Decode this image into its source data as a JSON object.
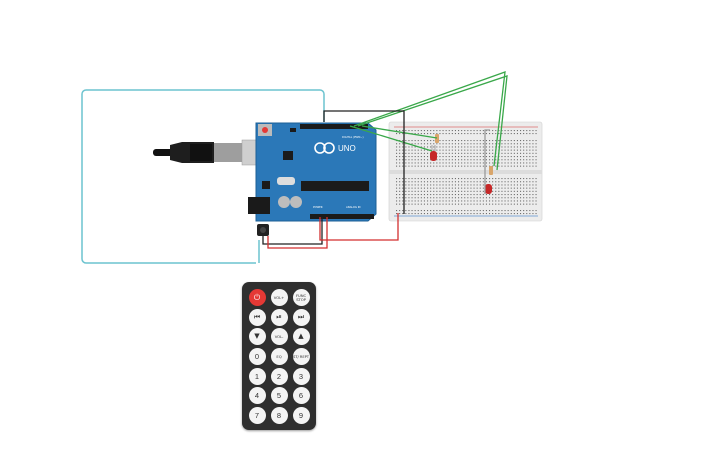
{
  "board": {
    "brand": "UNO",
    "digital_label": "DIGITAL (PWM~)",
    "analog_label": "ANALOG IN",
    "power_label": "POWER"
  },
  "remote": {
    "buttons": [
      {
        "id": "power",
        "label": "⏻",
        "style": "power"
      },
      {
        "id": "vol-up",
        "label": "VOL+",
        "style": "small"
      },
      {
        "id": "func-stop",
        "label": "FUNC STOP",
        "style": "small"
      },
      {
        "id": "prev",
        "label": "⏮",
        "style": ""
      },
      {
        "id": "play-pause",
        "label": "⏯",
        "style": ""
      },
      {
        "id": "next",
        "label": "⏭",
        "style": ""
      },
      {
        "id": "down",
        "label": "▼",
        "style": ""
      },
      {
        "id": "vol-down",
        "label": "VOL-",
        "style": "small"
      },
      {
        "id": "up",
        "label": "▲",
        "style": ""
      },
      {
        "id": "zero",
        "label": "0",
        "style": "num"
      },
      {
        "id": "eq",
        "label": "EQ",
        "style": "small"
      },
      {
        "id": "st-rept",
        "label": "ST/ REPT",
        "style": "small"
      },
      {
        "id": "one",
        "label": "1",
        "style": "num"
      },
      {
        "id": "two",
        "label": "2",
        "style": "num"
      },
      {
        "id": "three",
        "label": "3",
        "style": "num"
      },
      {
        "id": "four",
        "label": "4",
        "style": "num"
      },
      {
        "id": "five",
        "label": "5",
        "style": "num"
      },
      {
        "id": "six",
        "label": "6",
        "style": "num"
      },
      {
        "id": "seven",
        "label": "7",
        "style": "num"
      },
      {
        "id": "eight",
        "label": "8",
        "style": "num"
      },
      {
        "id": "nine",
        "label": "9",
        "style": "num"
      }
    ]
  },
  "colors": {
    "board": "#2b78b8",
    "selection": "#6cc3cf",
    "wire_green": "#3aa84a",
    "wire_red": "#d32f2f",
    "wire_black": "#222222",
    "breadboard": "#ececec",
    "led": "#c62828",
    "remote": "#2f2f2f"
  }
}
